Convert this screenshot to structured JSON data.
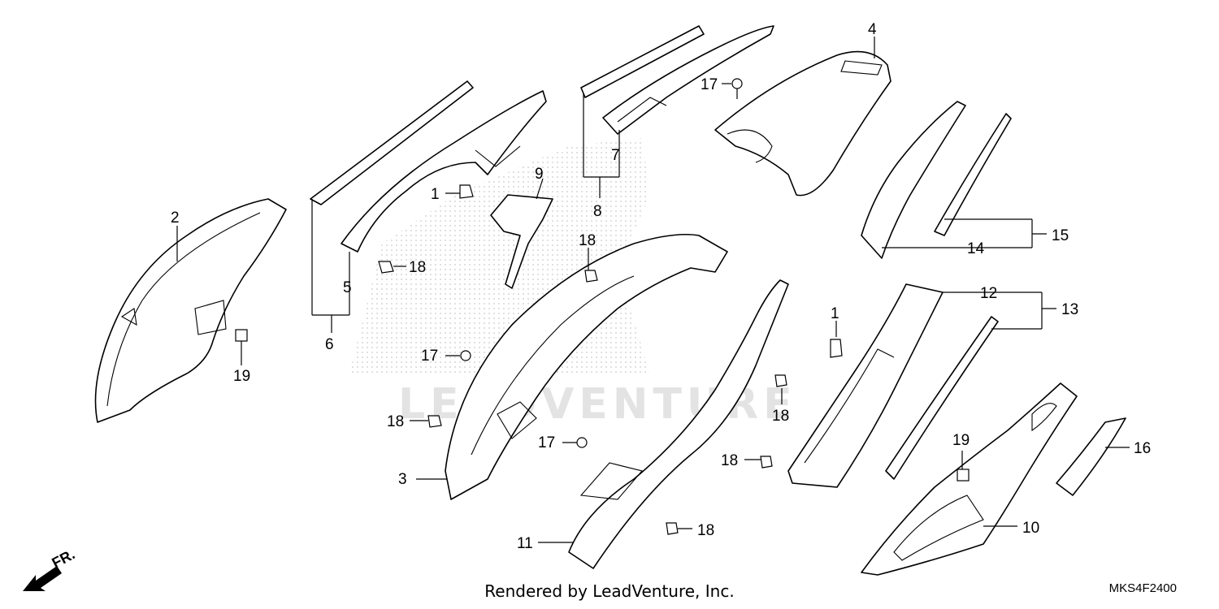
{
  "diagram": {
    "callouts": [
      "1",
      "2",
      "3",
      "4",
      "5",
      "6",
      "7",
      "8",
      "9",
      "10",
      "11",
      "12",
      "13",
      "14",
      "15",
      "16",
      "17",
      "18",
      "19"
    ],
    "direction_label": "FR.",
    "watermark_text": "LEADVENTURE",
    "credit": "Rendered by LeadVenture, Inc.",
    "diagram_code": "MKS4F2400"
  }
}
